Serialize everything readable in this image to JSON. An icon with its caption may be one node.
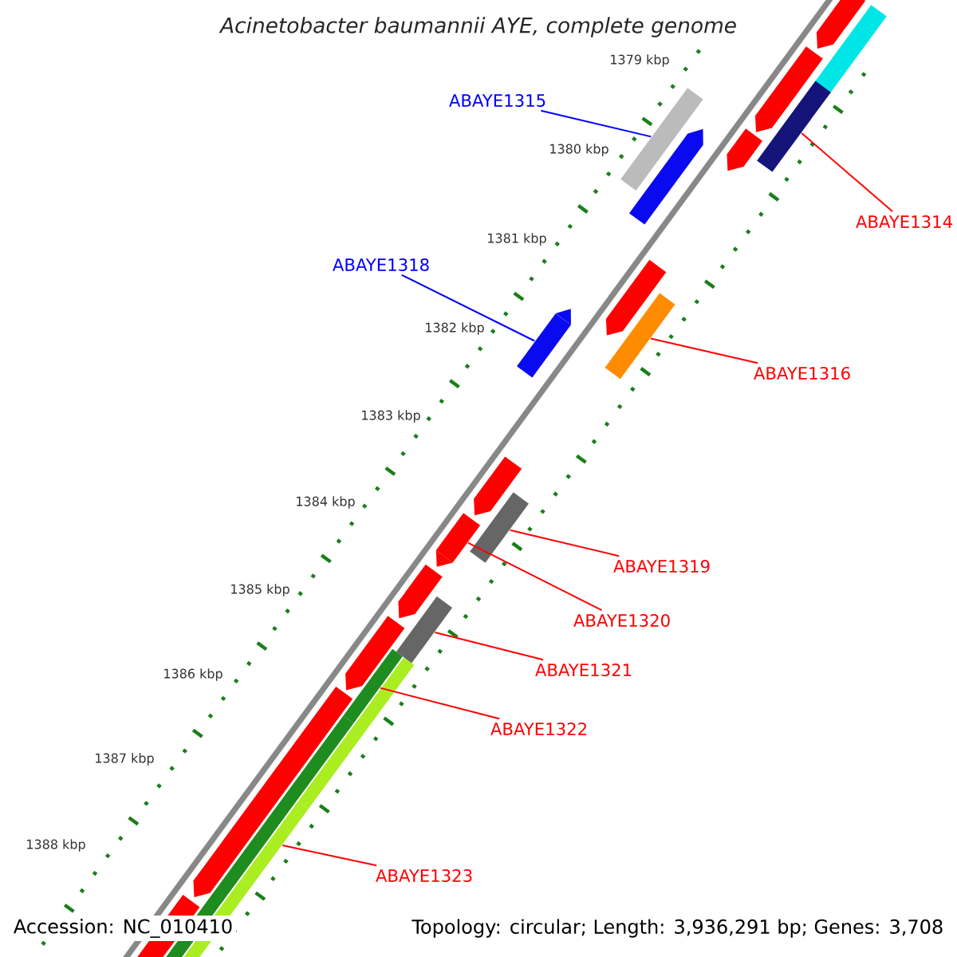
{
  "diagram": {
    "title": "Acinetobacter baumannii AYE, complete genome",
    "nodes": [
      {
        "text": [
          "ABAYE1315"
        ]
      },
      {
        "text": [
          "ABAYE1314"
        ]
      },
      {
        "text": [
          "ABAYE1318"
        ]
      },
      {
        "text": [
          "ABAYE1316"
        ]
      },
      {
        "text": [
          "ABAYE1319"
        ]
      },
      {
        "text": [
          "ABAYE1320"
        ]
      },
      {
        "text": [
          "ABAYE1321"
        ]
      },
      {
        "text": [
          "ABAYE1322"
        ]
      },
      {
        "text": [
          "ABAYE1323"
        ]
      },
      {
        "text": [],
        "shape": "bar"
      },
      {
        "text": [],
        "shape": "bar"
      },
      {
        "text": [],
        "shape": "bar"
      },
      {
        "text": [],
        "shape": "bar"
      },
      {
        "text": [],
        "shape": "bar"
      },
      {
        "text": [],
        "shape": "bar"
      },
      {
        "text": [],
        "shape": "bar"
      },
      {
        "text": [],
        "shape": "bar"
      },
      {
        "text": [],
        "shape": "bar"
      }
    ],
    "edges": [
      {
        "from": 0,
        "to": 9,
        "arrow": "none",
        "color": "#0000ff"
      },
      {
        "from": 1,
        "to": 10,
        "arrow": "none"
      },
      {
        "from": 2,
        "to": 11,
        "arrow": "none",
        "color": "#0000ff"
      },
      {
        "from": 3,
        "to": 12,
        "arrow": "none"
      },
      {
        "from": 4,
        "to": 13,
        "arrow": "none"
      },
      {
        "from": 5,
        "to": 14,
        "arrow": "none"
      },
      {
        "from": 6,
        "to": 15,
        "arrow": "none"
      },
      {
        "from": 7,
        "to": 16,
        "arrow": "none"
      },
      {
        "from": 8,
        "to": 17,
        "arrow": "none"
      }
    ],
    "labels": [
      "1379 kbp",
      "1380 kbp",
      "1381 kbp",
      "1382 kbp",
      "1383 kbp",
      "1384 kbp",
      "1385 kbp",
      "1386 kbp",
      "1387 kbp",
      "1388 kbp",
      "Accession: NC_010410",
      "Topology: circular; Length: 3,936,291 bp; Genes: 3,708"
    ]
  }
}
